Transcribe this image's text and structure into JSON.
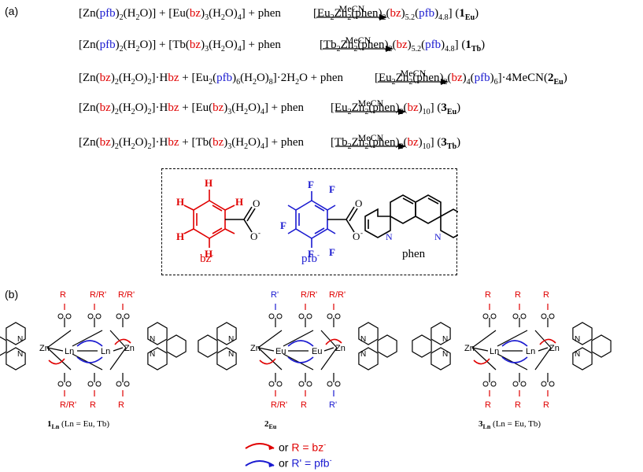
{
  "panel_a_label": "(a)",
  "panel_b_label": "(b)",
  "condition": "MeCN",
  "equations": [
    {
      "lhs": [
        [
          "[Zn(",
          ""
        ],
        [
          "pfb",
          "blue"
        ],
        [
          ")",
          ""
        ],
        [
          "2",
          "sub"
        ],
        [
          "(H",
          ""
        ],
        [
          "2",
          "sub"
        ],
        [
          "O)] + [Eu(",
          ""
        ],
        [
          "bz",
          "red"
        ],
        [
          ")",
          ""
        ],
        [
          "3",
          "sub"
        ],
        [
          "(H",
          ""
        ],
        [
          "2",
          "sub"
        ],
        [
          "O)",
          ""
        ],
        [
          "4",
          "sub"
        ],
        [
          "]  + phen",
          ""
        ]
      ],
      "rhs": [
        [
          "[Eu",
          ""
        ],
        [
          "2",
          "sub"
        ],
        [
          "Zn",
          ""
        ],
        [
          "2",
          "sub"
        ],
        [
          "(phen)",
          ""
        ],
        [
          "2",
          "sub"
        ],
        [
          "(",
          ""
        ],
        [
          "bz",
          "red"
        ],
        [
          ")",
          ""
        ],
        [
          "5.2",
          "sub"
        ],
        [
          "(",
          ""
        ],
        [
          "pfb",
          "blue"
        ],
        [
          ")",
          ""
        ],
        [
          "4.8",
          "sub"
        ],
        [
          "] (",
          ""
        ],
        [
          "1",
          "bold"
        ],
        [
          "Eu",
          "boldsub"
        ],
        [
          ")",
          ""
        ]
      ]
    },
    {
      "lhs": [
        [
          "[Zn(",
          ""
        ],
        [
          "pfb",
          "blue"
        ],
        [
          ")",
          ""
        ],
        [
          "2",
          "sub"
        ],
        [
          "(H",
          ""
        ],
        [
          "2",
          "sub"
        ],
        [
          "O)] + [Tb(",
          ""
        ],
        [
          "bz",
          "red"
        ],
        [
          ")",
          ""
        ],
        [
          "3",
          "sub"
        ],
        [
          "(H",
          ""
        ],
        [
          "2",
          "sub"
        ],
        [
          "O)",
          ""
        ],
        [
          "4",
          "sub"
        ],
        [
          "]  + phen",
          ""
        ]
      ],
      "rhs": [
        [
          "[Tb",
          ""
        ],
        [
          "2",
          "sub"
        ],
        [
          "Zn",
          ""
        ],
        [
          "2",
          "sub"
        ],
        [
          "(phen)",
          ""
        ],
        [
          "2",
          "sub"
        ],
        [
          "(",
          ""
        ],
        [
          "bz",
          "red"
        ],
        [
          ")",
          ""
        ],
        [
          "5.2",
          "sub"
        ],
        [
          "(",
          ""
        ],
        [
          "pfb",
          "blue"
        ],
        [
          ")",
          ""
        ],
        [
          "4.8",
          "sub"
        ],
        [
          "] (",
          ""
        ],
        [
          "1",
          "bold"
        ],
        [
          "Tb",
          "boldsub"
        ],
        [
          ")",
          ""
        ]
      ]
    },
    {
      "lhs": [
        [
          "[Zn(",
          ""
        ],
        [
          "bz",
          "red"
        ],
        [
          ")",
          ""
        ],
        [
          "2",
          "sub"
        ],
        [
          "(H",
          ""
        ],
        [
          "2",
          "sub"
        ],
        [
          "O)",
          ""
        ],
        [
          "2",
          "sub"
        ],
        [
          "]·H",
          ""
        ],
        [
          "bz",
          "red"
        ],
        [
          " + [Eu",
          ""
        ],
        [
          "2",
          "sub"
        ],
        [
          "(",
          ""
        ],
        [
          "pfb",
          "blue"
        ],
        [
          ")",
          ""
        ],
        [
          "6",
          "sub"
        ],
        [
          "(H",
          ""
        ],
        [
          "2",
          "sub"
        ],
        [
          "O)",
          ""
        ],
        [
          "8",
          "sub"
        ],
        [
          "]·2H",
          ""
        ],
        [
          "2",
          "sub"
        ],
        [
          "O + phen",
          ""
        ]
      ],
      "rhs": [
        [
          "[Eu",
          ""
        ],
        [
          "2",
          "sub"
        ],
        [
          "Zn",
          ""
        ],
        [
          "2",
          "sub"
        ],
        [
          "(phen)",
          ""
        ],
        [
          "2",
          "sub"
        ],
        [
          "(",
          ""
        ],
        [
          "bz",
          "red"
        ],
        [
          ")",
          ""
        ],
        [
          "4",
          "sub"
        ],
        [
          "(",
          ""
        ],
        [
          "pfb",
          "blue"
        ],
        [
          ")",
          ""
        ],
        [
          "6",
          "sub"
        ],
        [
          "]·4MeCN(",
          ""
        ],
        [
          "2",
          "bold"
        ],
        [
          "Eu",
          "boldsub"
        ],
        [
          ")",
          ""
        ]
      ]
    },
    {
      "lhs": [
        [
          "[Zn(",
          ""
        ],
        [
          "bz",
          "red"
        ],
        [
          ")",
          ""
        ],
        [
          "2",
          "sub"
        ],
        [
          "(H",
          ""
        ],
        [
          "2",
          "sub"
        ],
        [
          "O)",
          ""
        ],
        [
          "2",
          "sub"
        ],
        [
          "]·H",
          ""
        ],
        [
          "bz",
          "red"
        ],
        [
          " + [Eu(",
          ""
        ],
        [
          "bz",
          "red"
        ],
        [
          ")",
          ""
        ],
        [
          "3",
          "sub"
        ],
        [
          "(H",
          ""
        ],
        [
          "2",
          "sub"
        ],
        [
          "O)",
          ""
        ],
        [
          "4",
          "sub"
        ],
        [
          "] + phen",
          ""
        ]
      ],
      "rhs": [
        [
          "[Eu",
          ""
        ],
        [
          "2",
          "sub"
        ],
        [
          "Zn",
          ""
        ],
        [
          "2",
          "sub"
        ],
        [
          "(phen)",
          ""
        ],
        [
          "2",
          "sub"
        ],
        [
          "(",
          ""
        ],
        [
          "bz",
          "red"
        ],
        [
          ")",
          ""
        ],
        [
          "10",
          "sub"
        ],
        [
          "] (",
          ""
        ],
        [
          "3",
          "bold"
        ],
        [
          "Eu",
          "boldsub"
        ],
        [
          ")",
          ""
        ]
      ]
    },
    {
      "lhs": [
        [
          "[Zn(",
          ""
        ],
        [
          "bz",
          "red"
        ],
        [
          ")",
          ""
        ],
        [
          "2",
          "sub"
        ],
        [
          "(H",
          ""
        ],
        [
          "2",
          "sub"
        ],
        [
          "O)",
          ""
        ],
        [
          "2",
          "sub"
        ],
        [
          "]·H",
          ""
        ],
        [
          "bz",
          "red"
        ],
        [
          " + [Tb(",
          ""
        ],
        [
          "bz",
          "red"
        ],
        [
          ")",
          ""
        ],
        [
          "3",
          "sub"
        ],
        [
          "(H",
          ""
        ],
        [
          "2",
          "sub"
        ],
        [
          "O)",
          ""
        ],
        [
          "4",
          "sub"
        ],
        [
          "] + phen",
          ""
        ]
      ],
      "rhs": [
        [
          "[Tb",
          ""
        ],
        [
          "2",
          "sub"
        ],
        [
          "Zn",
          ""
        ],
        [
          "2",
          "sub"
        ],
        [
          "(phen)",
          ""
        ],
        [
          "2",
          "sub"
        ],
        [
          "(",
          ""
        ],
        [
          "bz",
          "red"
        ],
        [
          ")",
          ""
        ],
        [
          "10",
          "sub"
        ],
        [
          "] (",
          ""
        ],
        [
          "3",
          "bold"
        ],
        [
          "Tb",
          "boldsub"
        ],
        [
          ")",
          ""
        ]
      ]
    }
  ],
  "ligands": {
    "bz_label": "bz",
    "pfb_label": "pfb",
    "phen_label": "phen",
    "charge": "-",
    "H": "H",
    "F": "F",
    "O": "O",
    "O_minus": "O",
    "N": "N"
  },
  "complexes": {
    "c1": {
      "metal_ln": "Ln",
      "metal_zn": "Zn",
      "caption_num": "1",
      "caption_sub": "Ln",
      "caption_rest": " (Ln = Eu, Tb)"
    },
    "c2": {
      "metal_ln": "Eu",
      "metal_zn": "Zn",
      "caption_num": "2",
      "caption_sub": "Eu",
      "caption_rest": ""
    },
    "c3": {
      "metal_ln": "Ln",
      "metal_zn": "Zn",
      "caption_num": "3",
      "caption_sub": "Ln",
      "caption_rest": " (Ln = Eu, Tb)"
    }
  },
  "substituents": {
    "R": "R",
    "Rp": "R'",
    "RRp": "R/R'"
  },
  "legend": {
    "red_text_a": "or ",
    "red_text_b": "R",
    "red_text_c": " = bz",
    "blue_text_a": "or ",
    "blue_text_b": "R'",
    "blue_text_c": " = pfb",
    "charge": "-"
  },
  "colors": {
    "red": "#e00000",
    "blue": "#1a1ad0",
    "black": "#000000"
  }
}
